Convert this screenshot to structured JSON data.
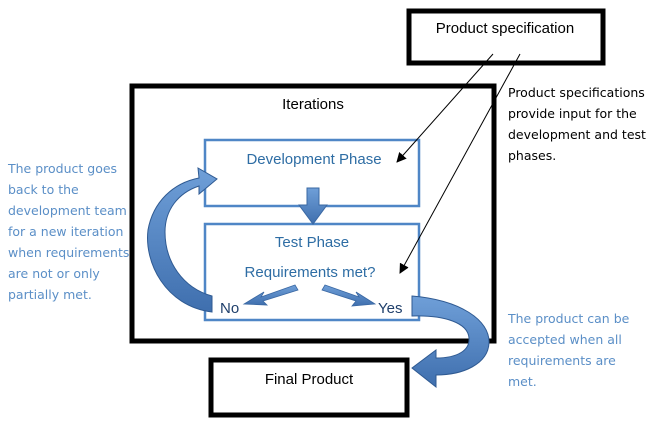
{
  "product_spec": {
    "title": "Product specification"
  },
  "iterations": {
    "title": "Iterations"
  },
  "development_phase": {
    "title": "Development Phase"
  },
  "test_phase": {
    "title": "Test Phase",
    "question": "Requirements met?",
    "no": "No",
    "yes": "Yes"
  },
  "final_product": {
    "title": "Final Product"
  },
  "notes": {
    "left": "The product goes back to the development team for a new iteration when requirements are not or only partially met.",
    "right_top": "Product specifications provide input for the development and test phases.",
    "right_bottom": "The product can be accepted when all requirements are met."
  },
  "colors": {
    "box_border": "#000000",
    "phase_border": "#4f86c6",
    "phase_text": "#2e6da4",
    "arrow_fill": "#4a7dbb",
    "note_blue": "#5b8fc7"
  }
}
